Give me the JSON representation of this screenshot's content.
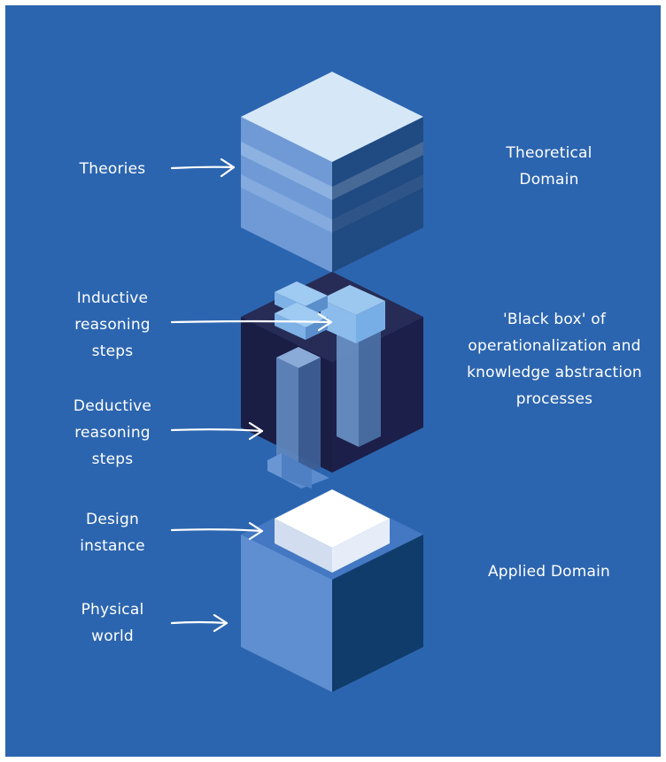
{
  "colors": {
    "background": "#2c65af",
    "frame": "#ffffff",
    "label": "#ffffff",
    "arrow": "#ffffff"
  },
  "left_labels": {
    "theories": "Theories",
    "inductive": "Inductive\nreasoning\nsteps",
    "deductive": "Deductive\nreasoning\nsteps",
    "design_instance": "Design\ninstance",
    "physical_world": "Physical\nworld"
  },
  "right_labels": {
    "theoretical_domain": "Theoretical\nDomain",
    "black_box": "'Black box' of\noperationalization and\nknowledge abstraction\nprocesses",
    "applied_domain": "Applied Domain"
  }
}
